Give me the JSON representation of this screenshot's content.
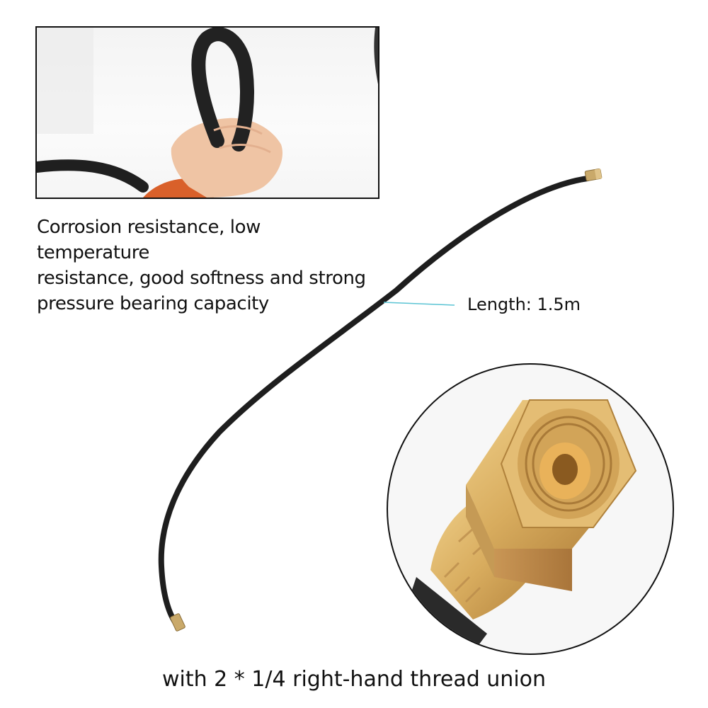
{
  "inset_photo": {
    "subject": "hand-squeezing-hose-loop",
    "colors": {
      "hose": "#1f1f1f",
      "skin": "#efc4a4",
      "sleeve": "#d9602a",
      "background": "#f6f6f6"
    }
  },
  "feature_text": {
    "lines": [
      "Corrosion resistance, low temperature",
      "resistance, good softness and strong",
      "pressure bearing capacity"
    ]
  },
  "length_callout": {
    "label": "Length: 1.5m",
    "leader_color": "#5bc4d4"
  },
  "hose": {
    "color": "#1e1e1e",
    "fitting_color": "#c9a96a"
  },
  "detail_circle": {
    "subject": "brass-hex-union-fitting-closeup",
    "colors": {
      "brass_light": "#e7c27a",
      "brass_dark": "#b07f3a",
      "hose": "#2a2a2a"
    }
  },
  "bottom_caption": {
    "text": "with 2 * 1/4 right-hand thread union"
  }
}
